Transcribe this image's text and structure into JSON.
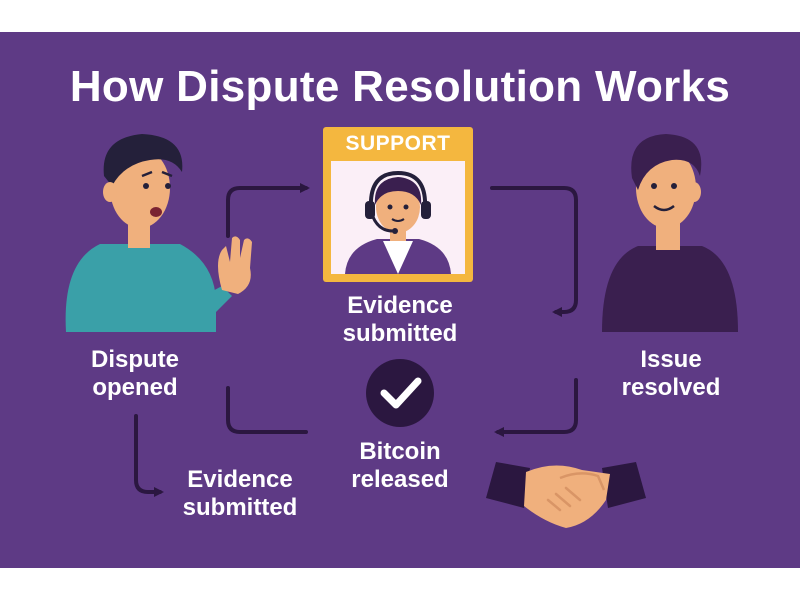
{
  "title": "How Dispute Resolution Works",
  "support": {
    "header": "SUPPORT"
  },
  "steps": {
    "dispute_opened": [
      "Dispute",
      "opened"
    ],
    "evidence_top": [
      "Evidence",
      "submitted"
    ],
    "issue_resolved": [
      "Issue",
      "resolved"
    ],
    "bitcoin_released": [
      "Bitcoin",
      "released"
    ],
    "evidence_bottom": [
      "Evidence",
      "submitted"
    ]
  },
  "colors": {
    "background": "#5e3a85",
    "accent": "#f4b73f",
    "arrows": "#2b1740",
    "text": "#ffffff"
  },
  "icons": [
    "check-icon",
    "headset-icon",
    "handshake-icon"
  ]
}
